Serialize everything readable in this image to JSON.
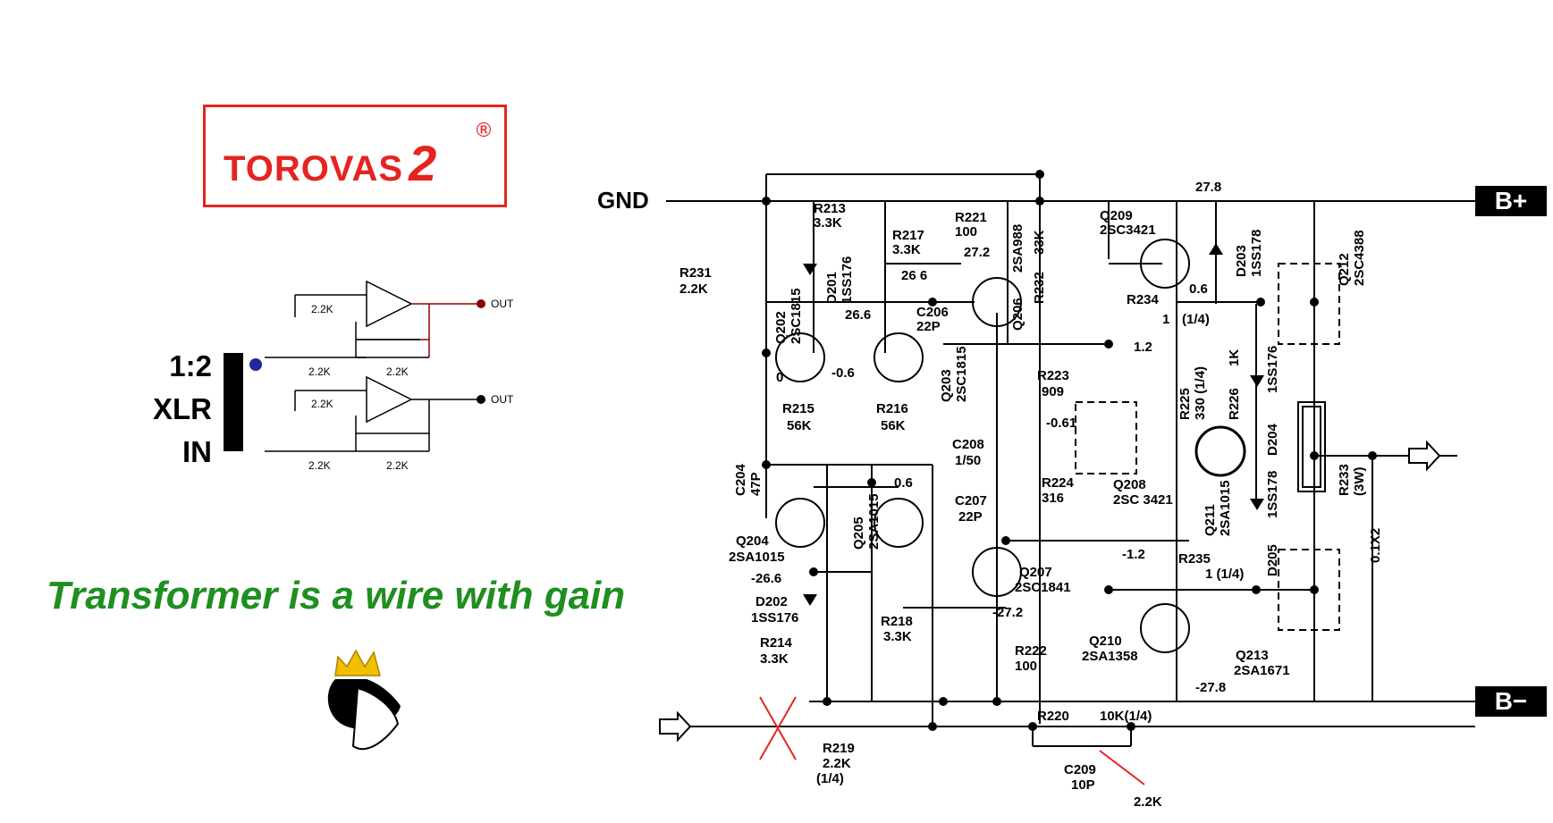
{
  "brand": {
    "name": "TOROVAS",
    "number": "2",
    "registered": "®"
  },
  "tagline": "Transformer is a wire with gain",
  "input_block": {
    "ratio": "1:2",
    "connector": "XLR",
    "direction": "IN",
    "resistor_values": [
      "2.2K",
      "2.2K",
      "2.2K",
      "2.2K",
      "2.2K",
      "2.2K"
    ],
    "outputs": [
      "OUT",
      "OUT"
    ]
  },
  "rails": {
    "gnd": "GND",
    "bplus": "B+",
    "bminus": "B−",
    "vplus": "27.8",
    "vminus": "-27.8"
  },
  "components": [
    {
      "ref": "R213",
      "value": "3.3K"
    },
    {
      "ref": "D201",
      "value": "1SS176"
    },
    {
      "ref": "R231",
      "value": "2.2K"
    },
    {
      "ref": "Q202",
      "value": "2SC1815"
    },
    {
      "ref": "R217",
      "value": "3.3K"
    },
    {
      "ref": "R221",
      "value": "100"
    },
    {
      "ref": "Q206",
      "value": "2SA988"
    },
    {
      "ref": "R232",
      "value": "33K"
    },
    {
      "ref": "Q209",
      "value": "2SC3421"
    },
    {
      "ref": "C206",
      "value": "22P"
    },
    {
      "ref": "Q203",
      "value": "2SC1815"
    },
    {
      "ref": "R215",
      "value": "56K"
    },
    {
      "ref": "R216",
      "value": "56K"
    },
    {
      "ref": "C204",
      "value": "47P"
    },
    {
      "ref": "C208",
      "value": "1/50"
    },
    {
      "ref": "R223",
      "value": "909"
    },
    {
      "ref": "R224",
      "value": "316"
    },
    {
      "ref": "Q208",
      "value": "2SC 3421"
    },
    {
      "ref": "C207",
      "value": "22P"
    },
    {
      "ref": "Q204",
      "value": "2SA1015"
    },
    {
      "ref": "Q205",
      "value": "2SA1015"
    },
    {
      "ref": "Q207",
      "value": "2SC1841"
    },
    {
      "ref": "D202",
      "value": "1SS176"
    },
    {
      "ref": "R218",
      "value": "3.3K"
    },
    {
      "ref": "R214",
      "value": "3.3K"
    },
    {
      "ref": "R222",
      "value": "100"
    },
    {
      "ref": "Q210",
      "value": "2SA1358"
    },
    {
      "ref": "R234",
      "value": "0.6"
    },
    {
      "ref": "R225",
      "value": "330 (1/4)"
    },
    {
      "ref": "R226",
      "value": "1K"
    },
    {
      "ref": "D203",
      "value": "1SS178"
    },
    {
      "ref": "Q212",
      "value": "2SC4388"
    },
    {
      "ref": "D204",
      "value": "1SS176"
    },
    {
      "ref": "D205",
      "value": "1SS178"
    },
    {
      "ref": "Q211",
      "value": "2SA1015"
    },
    {
      "ref": "R233",
      "value": "(3W)"
    },
    {
      "ref": "R235",
      "value": "1 (1/4)"
    },
    {
      "ref": "Q213",
      "value": "2SA1671"
    },
    {
      "ref": "R219",
      "value": "2.2K"
    },
    {
      "ref": "R220",
      "value": "10K(1/4)"
    },
    {
      "ref": "C209",
      "value": "10P"
    }
  ],
  "annotations": {
    "v266": "26.6",
    "v266b": "26 6",
    "v272": "27.2",
    "vm06": "-0.6",
    "v0": "0",
    "v06": "0.6",
    "vm266": "-26.6",
    "vm272": "-27.2",
    "v12": "1.2",
    "vm12": "-1.2",
    "vm061": "-0.61",
    "v1": "1",
    "v14": "(1/4)",
    "v01x2": "0.1X2",
    "r219_note": "(1/4)",
    "replacement": "2.2K"
  }
}
